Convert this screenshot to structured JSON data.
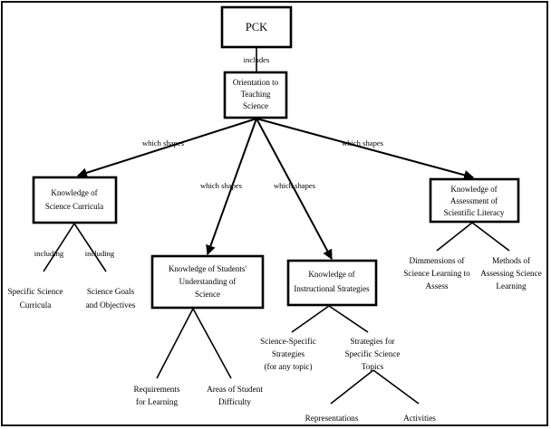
{
  "diagram": {
    "title": "PCK Concept Map",
    "background_color": "#ffffff",
    "line_color": "#000000",
    "border_color": "#111111",
    "nodes": {
      "pck": {
        "label": "PCK"
      },
      "orientation": {
        "line1": "Orientation to",
        "line2": "Teaching",
        "line3": "Science"
      },
      "curricula": {
        "line1": "Knowledge of",
        "line2": "Science Curricula"
      },
      "students": {
        "line1": "Knowledge of Students'",
        "line2": "Understanding of",
        "line3": "Science"
      },
      "instructional": {
        "line1": "Knowledge of",
        "line2": "Instructional Strategies"
      },
      "assessment": {
        "line1": "Knowledge of",
        "line2": "Assessment of",
        "line3": "Scientific Literacy"
      }
    },
    "leaves": {
      "specific_science_curricula": {
        "line1": "Specific Science",
        "line2": "Curricula"
      },
      "science_goals": {
        "line1": "Science Goals",
        "line2": "and Objectives"
      },
      "requirements_for_learning": {
        "line1": "Requirements",
        "line2": "for Learning"
      },
      "areas_of_student_difficulty": {
        "line1": "Areas of Student",
        "line2": "Difficulty"
      },
      "science_specific_strategies": {
        "line1": "Science-Specific",
        "line2": "Strategies",
        "line3": "(for any topic)"
      },
      "strategies_for_specific_topics": {
        "line1": "Strategies for",
        "line2": "Specific Science",
        "line3": "Topics"
      },
      "representations": {
        "line1": "Representations"
      },
      "activities": {
        "line1": "Activities"
      },
      "dimmensions": {
        "line1": "Dimmensions of",
        "line2": "Science Learning to",
        "line3": "Assess"
      },
      "methods": {
        "line1": "Methods of",
        "line2": "Assessing Science",
        "line3": "Learning"
      }
    },
    "link_labels": {
      "includes": "includes",
      "which_shapes_1": "which shapes",
      "which_shapes_2": "which shapes",
      "which_shapes_3": "which shapes",
      "which_shapes_4": "which shapes",
      "including_1": "including",
      "including_2": "including"
    }
  }
}
